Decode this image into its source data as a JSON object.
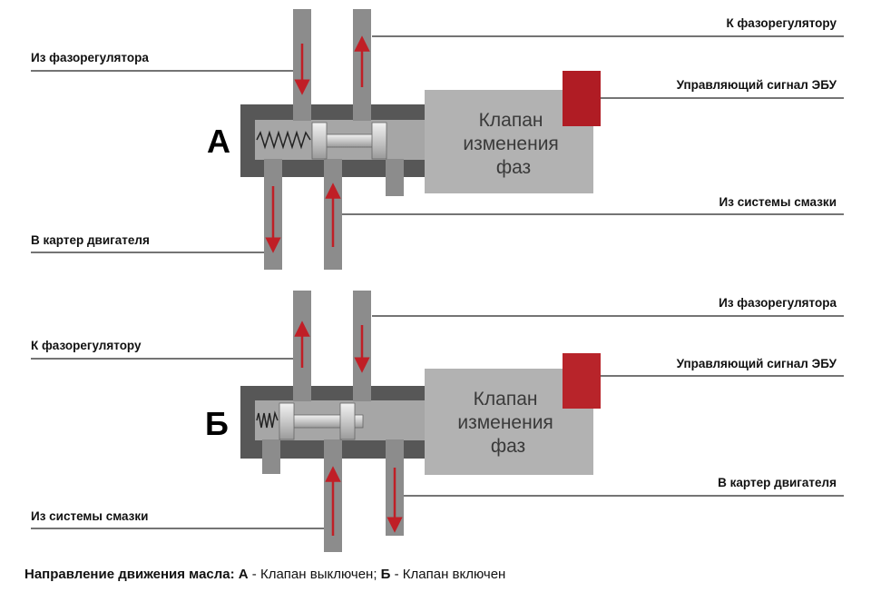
{
  "diagram_a": {
    "letter": "А",
    "labels": {
      "from_phaser": "Из фазорегулятора",
      "to_phaser": "К фазорегулятору",
      "ecu_signal": "Управляющий сигнал ЭБУ",
      "from_lube": "Из системы смазки",
      "to_crankcase": "В картер двигателя"
    },
    "valve_lines": [
      "Клапан",
      "изменения",
      "фаз"
    ]
  },
  "diagram_b": {
    "letter": "Б",
    "labels": {
      "from_phaser": "Из фазорегулятора",
      "to_phaser": "К фазорегулятору",
      "ecu_signal": "Управляющий сигнал ЭБУ",
      "from_lube": "Из системы смазки",
      "to_crankcase": "В картер двигателя"
    },
    "valve_lines": [
      "Клапан",
      "изменения",
      "фаз"
    ]
  },
  "caption": {
    "title": "Направление движения масла:",
    "a_letter": "А",
    "a_text": " - Клапан выключен;",
    "b_letter": "Б",
    "b_text": " - Клапан включен"
  },
  "colors": {
    "pipe": "#8c8c8c",
    "body_dark": "#575757",
    "valve_box": "#b2b2b2",
    "connector": "#b01c24",
    "arrow": "#c01f26"
  }
}
